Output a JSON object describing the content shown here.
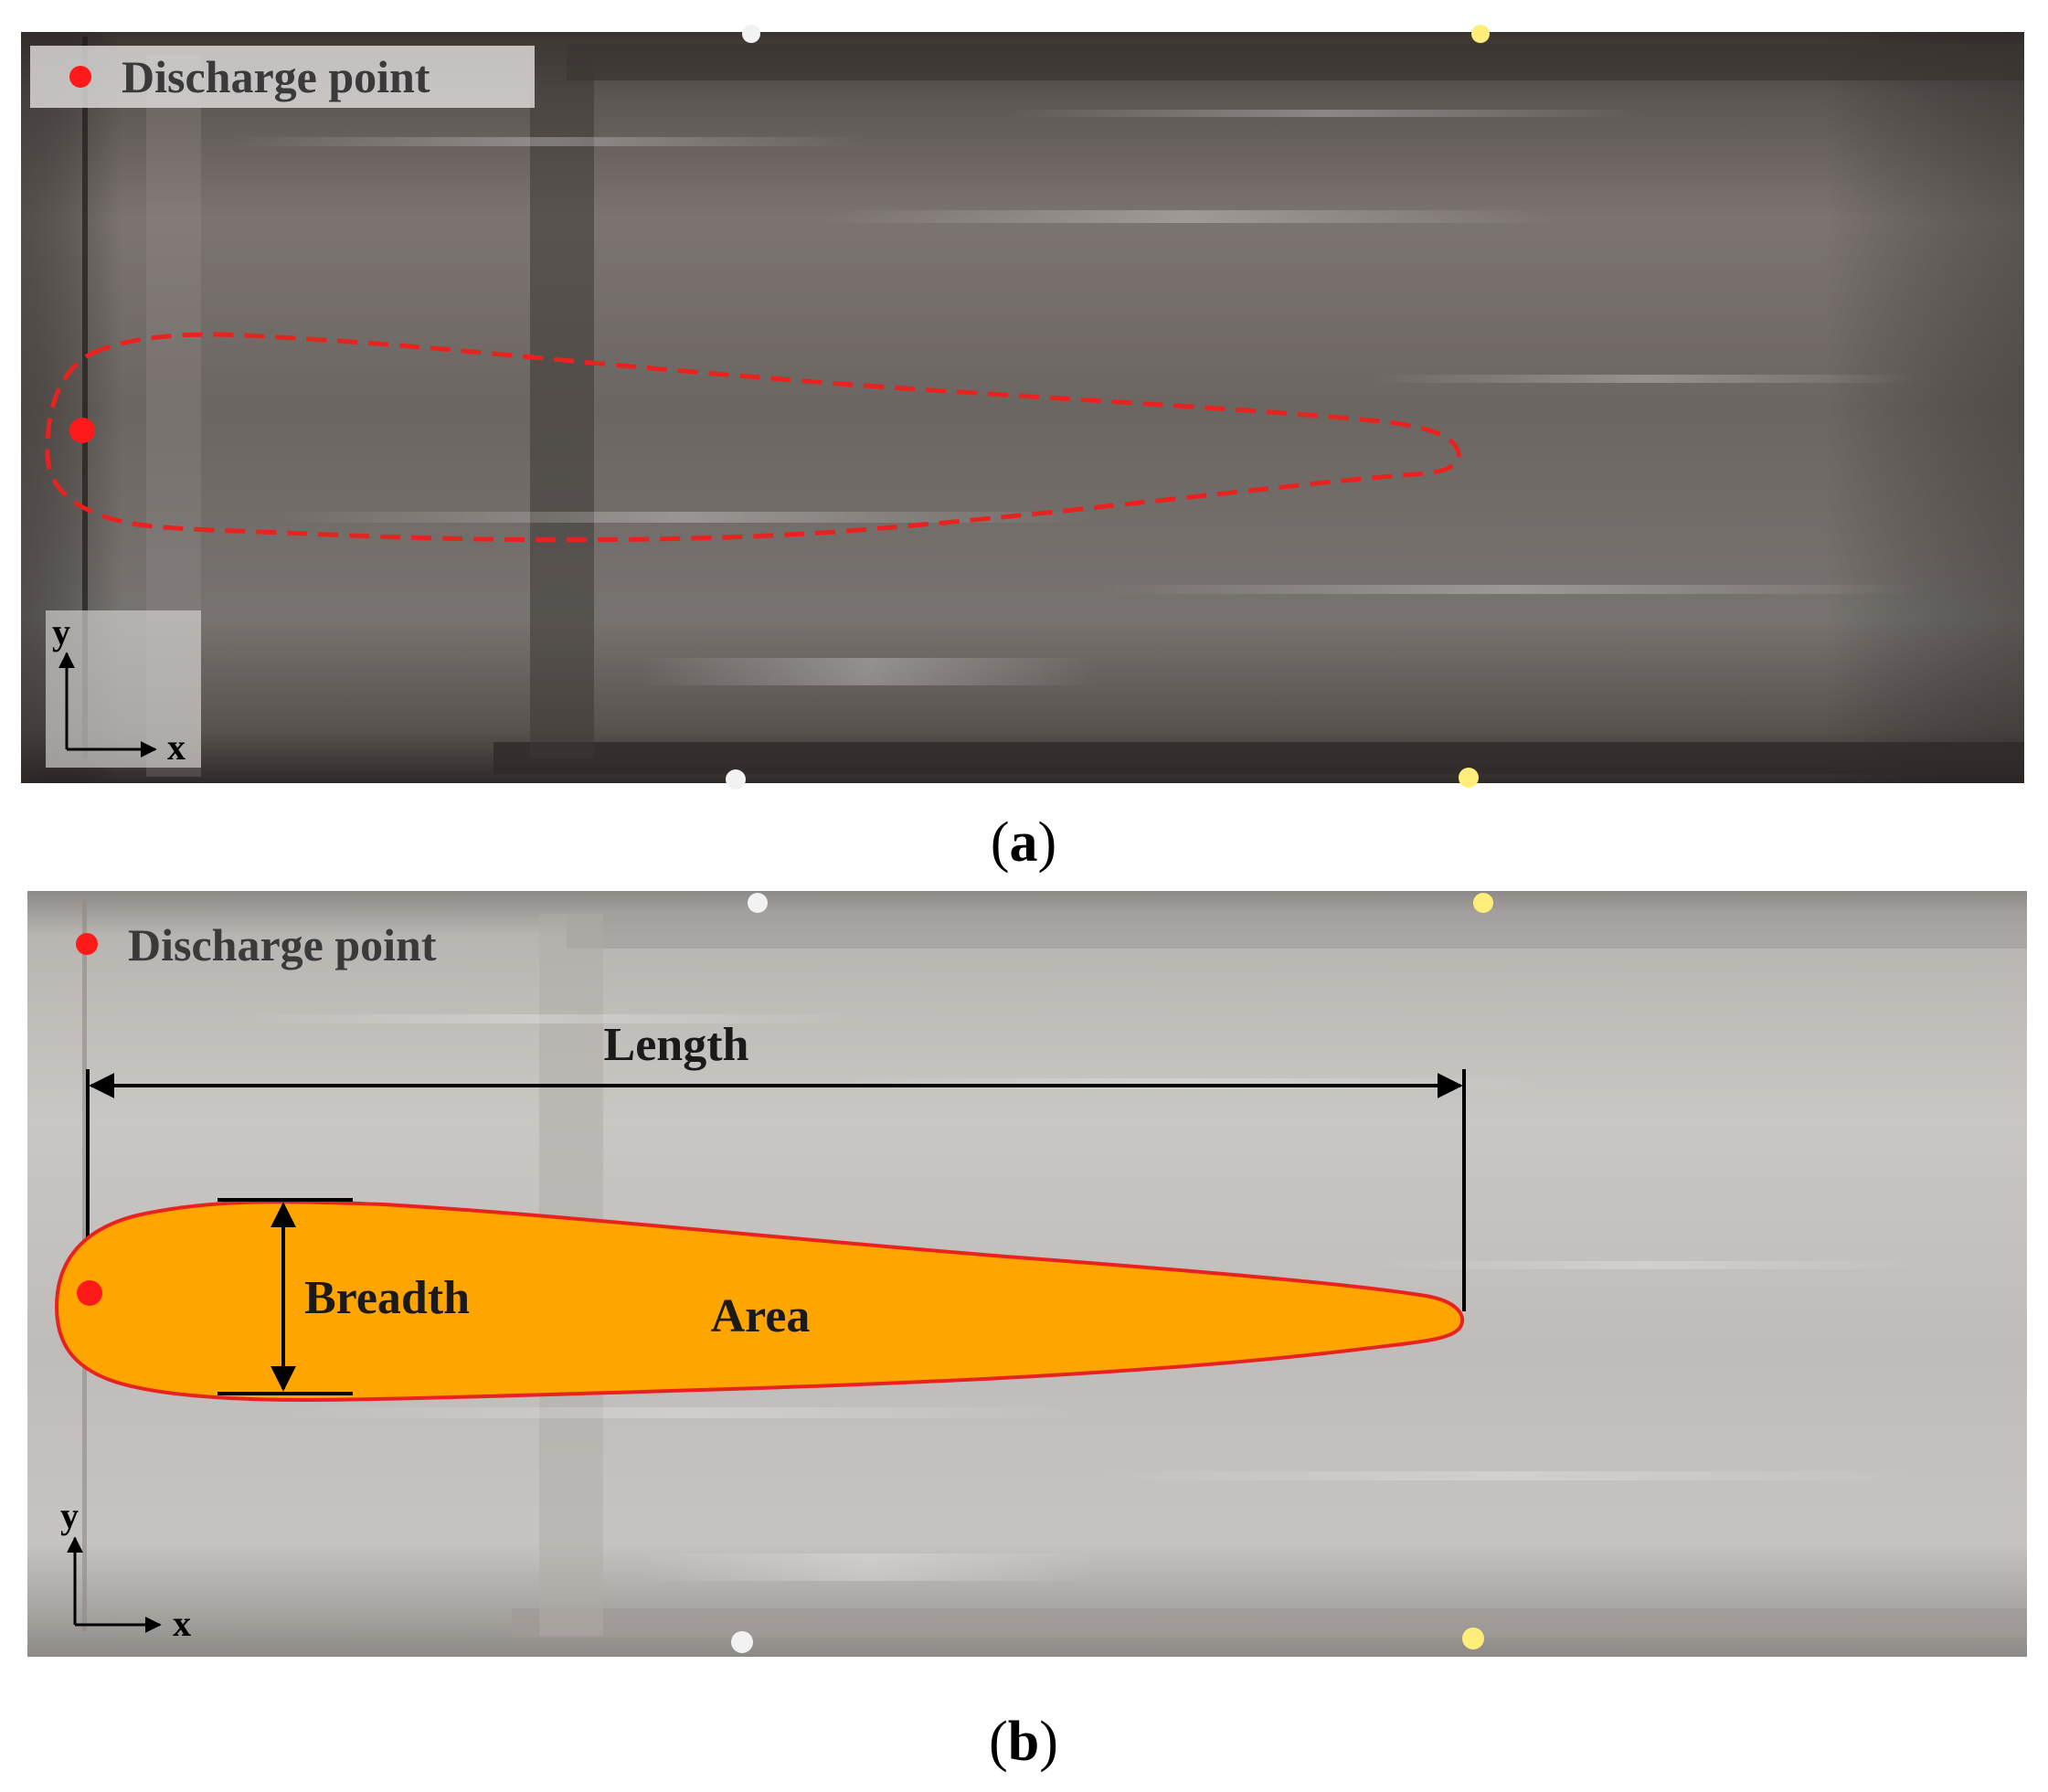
{
  "panel_a": {
    "legend_label": "Discharge point",
    "axis_y": "y",
    "axis_x": "x",
    "caption_open": "(",
    "caption_letter": "a",
    "caption_close": ")"
  },
  "panel_b": {
    "legend_label": "Discharge point",
    "length_label": "Length",
    "breadth_label": "Breadth",
    "area_label": "Area",
    "axis_y": "y",
    "axis_x": "x",
    "caption_open": "(",
    "caption_letter": "b",
    "caption_close": ")"
  },
  "colors": {
    "discharge_marker": "#ff1a1a",
    "plume_outline": "#e8231f",
    "plume_fill": "#ffa500",
    "dimension_lines": "#000000",
    "dot_white": "#f2f2f2",
    "dot_yellow": "#ffef7a"
  }
}
